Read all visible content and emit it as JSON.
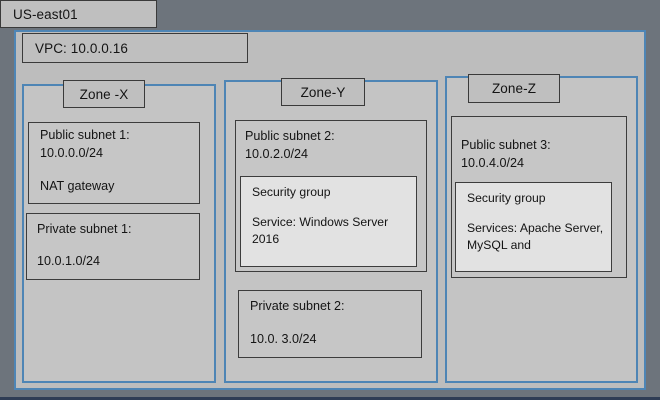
{
  "diagram": {
    "title": "US-east01",
    "region": {
      "label": "US-east01"
    },
    "vpc": {
      "label": "VPC: 10.0.0.16"
    },
    "zones": [
      {
        "name": "Zone -X",
        "subnets": [
          {
            "title": "Public subnet 1:",
            "cidr": "10.0.0.0/24",
            "extra": "NAT gateway",
            "security_group": null
          },
          {
            "title": "Private subnet 1:",
            "cidr": "10.0.1.0/24",
            "extra": "",
            "security_group": null
          }
        ]
      },
      {
        "name": "Zone-Y",
        "subnets": [
          {
            "title": "Public subnet 2:",
            "cidr": "10.0.2.0/24",
            "extra": "",
            "security_group": {
              "title": "Security group",
              "services": "Service: Windows Server 2016"
            }
          },
          {
            "title": "Private subnet 2:",
            "cidr": "10.0. 3.0/24",
            "extra": "",
            "security_group": null
          }
        ]
      },
      {
        "name": "Zone-Z",
        "subnets": [
          {
            "title": "Public subnet 3:",
            "cidr": "10.0.4.0/24",
            "extra": "",
            "security_group": {
              "title": "Security group",
              "services": "Services: Apache Server, MySQL and"
            }
          }
        ]
      }
    ],
    "colors": {
      "backdrop": "#6d747c",
      "vpc_fill": "#bdbdbd",
      "vpc_border": "#4e85b5",
      "zone_fill": "#c4c4c4",
      "zone_border": "#4e85b5",
      "subnet_fill": "#c6c6c6",
      "subnet_border": "#3c3c3c",
      "security_group_fill": "#e2e2e2",
      "label_fill": "#bfbfbf",
      "text": "#141414"
    }
  }
}
